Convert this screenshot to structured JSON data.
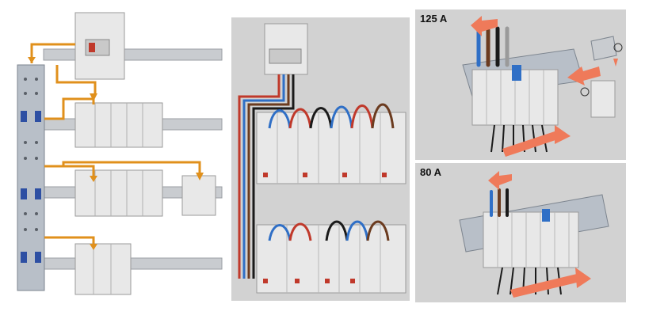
{
  "colors": {
    "feed_wire": "#e0901c",
    "busbar": "#9aa3ad",
    "breaker_body": "#e8e8e8",
    "panel_bg": "#d2d2d2",
    "arrow_salmon": "#ef7a5a",
    "wire_red": "#c0392b",
    "wire_blue": "#2f6fc6",
    "wire_brown": "#6b3b1f",
    "wire_black": "#1a1a1a"
  },
  "illustrations": {
    "left": {
      "name": "distribution-block-wiring-diagram"
    },
    "middle": {
      "name": "comb-busbar-wiring-diagram"
    },
    "right_top": {
      "label": "125 A"
    },
    "right_bottom": {
      "label": "80 A"
    }
  }
}
